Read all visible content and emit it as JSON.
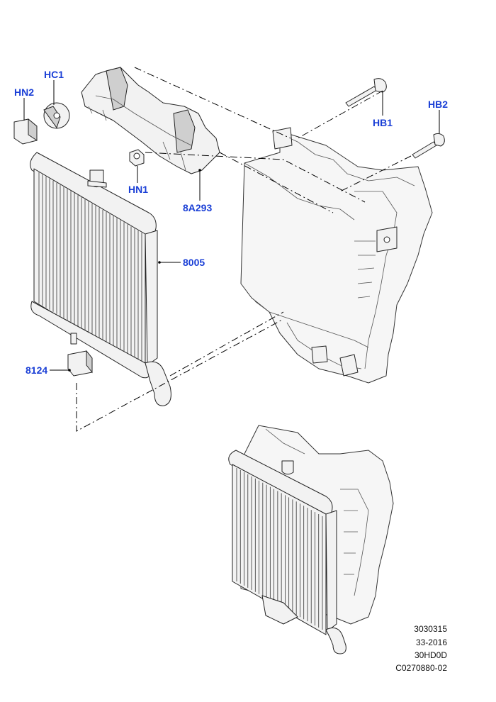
{
  "callouts": {
    "hn2": "HN2",
    "hc1": "HC1",
    "hn1": "HN1",
    "a8293": "8A293",
    "hb1": "HB1",
    "hb2": "HB2",
    "p8005": "8005",
    "p8124": "8124"
  },
  "reference": {
    "line1": "3030315",
    "line2": "33-2016",
    "line3": "30HD0D",
    "line4": "C0270880-02"
  },
  "colors": {
    "callout": "#1a3fd6",
    "line": "#000000"
  }
}
